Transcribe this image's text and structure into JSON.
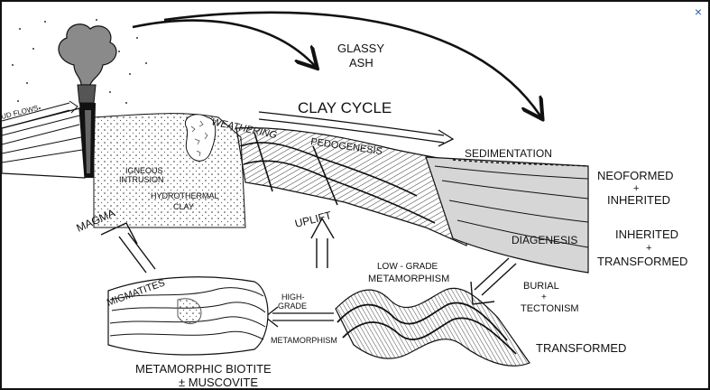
{
  "colors": {
    "ink": "#111111",
    "shade": "#d0d0d0",
    "accent_close": "#2a5db0"
  },
  "close_icon": "×",
  "labels": {
    "glassy": "GLASSY",
    "ash": "ASH",
    "clay_cycle": "CLAY   CYCLE",
    "mud_flows": "UD FLOWS",
    "weathering": "WEATHERING",
    "pedogenesis": "PEDOGENESIS",
    "sedimentation": "SEDIMENTATION",
    "neoformed": "NEOFORMED",
    "plus1": "+",
    "inherited1": "INHERITED",
    "igneous": "IGNEOUS",
    "intrusion": "INTRUSION",
    "hydrothermal": "HYDROTHERMAL",
    "clay": "CLAY",
    "magma": "MAGMA",
    "uplift": "UPLIFT",
    "diagenesis": "DIAGENESIS",
    "inherited2": "INHERITED",
    "plus2": "+",
    "transformed1": "TRANSFORMED",
    "low_grade": "LOW - GRADE",
    "metamorphism1": "METAMORPHISM",
    "burial": "BURIAL",
    "plus3": "+",
    "tectonism": "TECTONISM",
    "migmatites": "MIGMATITES",
    "high": "HIGH-",
    "grade": "GRADE",
    "metamorphism2": "METAMORPHISM",
    "transformed2": "TRANSFORMED",
    "biotite": "METAMORPHIC BIOTITE",
    "muscovite": "± MUSCOVITE"
  }
}
